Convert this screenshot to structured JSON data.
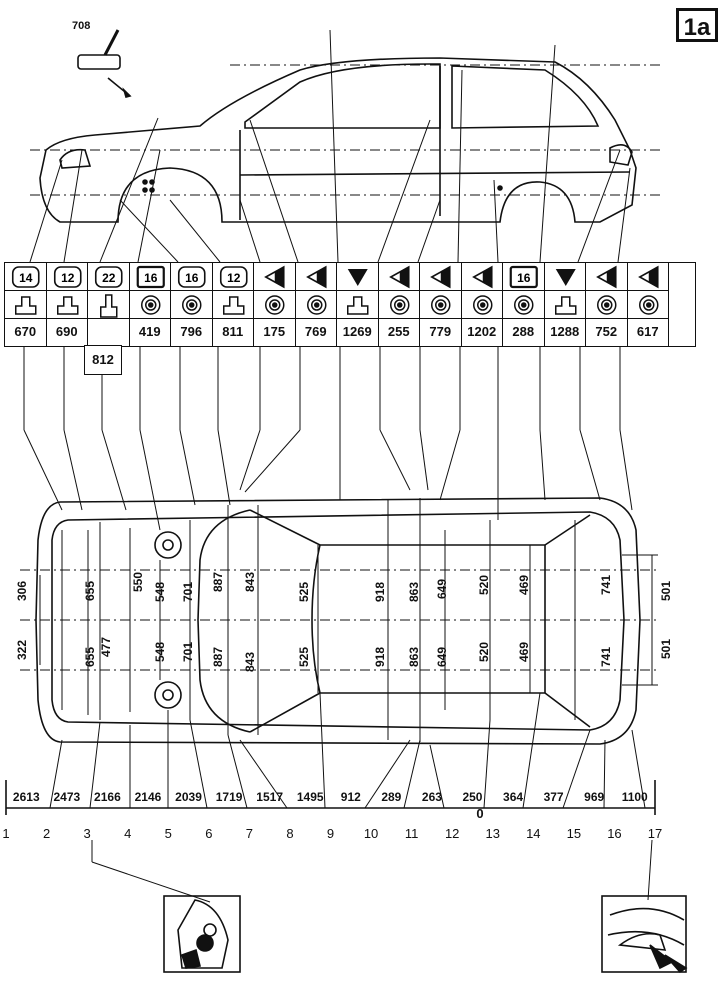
{
  "badge": "1a",
  "part_label": "708",
  "table": {
    "codes": [
      "14",
      "12",
      "22",
      "16",
      "16",
      "12",
      "",
      "",
      "",
      "",
      "",
      "",
      "16",
      "",
      "",
      ""
    ],
    "code_shapes": [
      "oct",
      "oct",
      "oct",
      "hex",
      "oct",
      "oct",
      "tri-left",
      "tri-left",
      "tri-down",
      "tri-left",
      "tri-left",
      "tri-left",
      "hex",
      "tri-down",
      "tri-left",
      "tri-left"
    ],
    "types": [
      "block",
      "block",
      "pin",
      "circle",
      "circle",
      "block",
      "circle",
      "circle",
      "block",
      "circle",
      "circle",
      "circle",
      "circle",
      "block",
      "circle",
      "circle"
    ],
    "measures": [
      "670",
      "690",
      "",
      "419",
      "796",
      "811",
      "175",
      "769",
      "1269",
      "255",
      "779",
      "1202",
      "288",
      "1288",
      "752",
      "617"
    ],
    "extra_measure": "812"
  },
  "ruler": {
    "values": [
      "2613",
      "2473",
      "2166",
      "2146",
      "2039",
      "1719",
      "1517",
      "1495",
      "912",
      "289",
      "263",
      "250",
      "364",
      "377",
      "969",
      "1100"
    ],
    "zero": "0",
    "stations": [
      "1",
      "2",
      "3",
      "4",
      "5",
      "6",
      "7",
      "8",
      "9",
      "10",
      "11",
      "12",
      "13",
      "14",
      "15",
      "16",
      "17"
    ]
  },
  "dims": {
    "left_outer": [
      "306",
      "322"
    ],
    "d655": [
      "655",
      "655"
    ],
    "d477": "477",
    "d550": "550",
    "d548": [
      "548",
      "548"
    ],
    "d701": [
      "701",
      "701"
    ],
    "d887": [
      "887",
      "887"
    ],
    "d843": [
      "843",
      "843"
    ],
    "d525": [
      "525",
      "525"
    ],
    "d918": [
      "918",
      "918"
    ],
    "d863": [
      "863",
      "863"
    ],
    "d649": [
      "649",
      "649"
    ],
    "d520": [
      "520",
      "520"
    ],
    "d469": [
      "469",
      "469"
    ],
    "d741": [
      "741",
      "741"
    ],
    "d501": [
      "501",
      "501"
    ]
  }
}
